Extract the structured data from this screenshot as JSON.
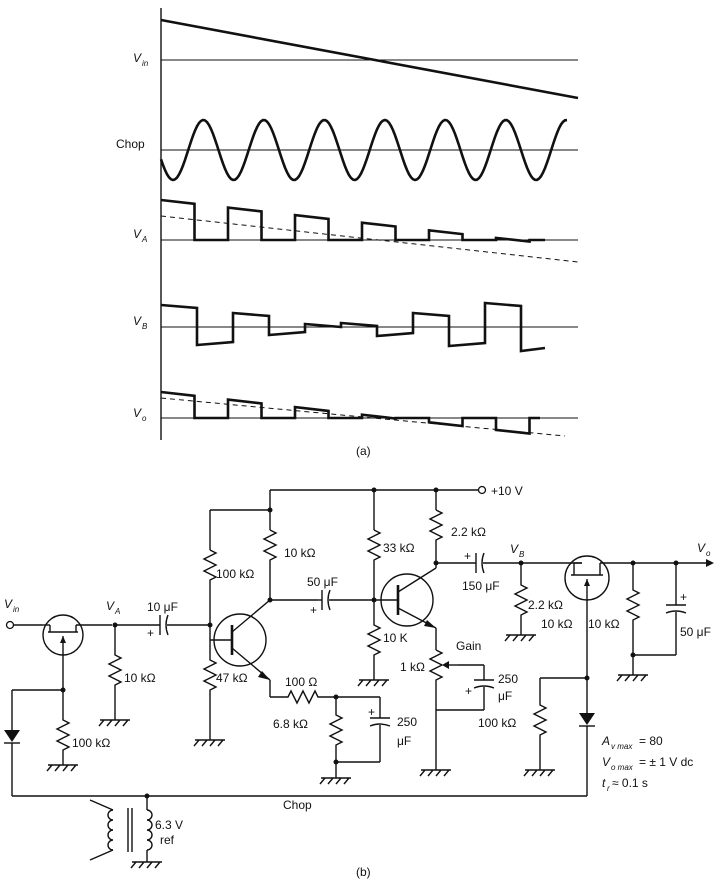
{
  "waveforms": {
    "labels": {
      "vin": "V",
      "vin_sub": "in",
      "chop": "Chop",
      "va": "V",
      "va_sub": "A",
      "vb": "V",
      "vb_sub": "B",
      "vo": "V",
      "vo_sub": "o"
    },
    "caption": "(a)"
  },
  "circuit": {
    "caption": "(b)",
    "supply": "+10 V",
    "nodes": {
      "vin": "V",
      "vin_sub": "in",
      "va": "V",
      "va_sub": "A",
      "vb": "V",
      "vb_sub": "B",
      "vo": "V",
      "vo_sub": "o",
      "chop": "Chop"
    },
    "components": {
      "r_in_shunt": "10 kΩ",
      "r_gate1": "100 kΩ",
      "c_in": "10 μF",
      "r_bias_top": "100 kΩ",
      "r_bias_bot": "47 kΩ",
      "r_collector1": "10 kΩ",
      "r_emitter1": "100 Ω",
      "r_emitter1b": "6.8 kΩ",
      "c_emitter1": "250",
      "c_emitter1_unit": "μF",
      "c_couple": "50 μF",
      "r_bias2_top": "33 kΩ",
      "r_bias2_bot": "10 K",
      "r_collector2": "2.2 kΩ",
      "gain_label": "Gain",
      "r_gain_pot": "1 kΩ",
      "c_emitter2": "250",
      "c_emitter2_unit": "μF",
      "r_emitter2": "100 kΩ",
      "c_out": "150 μF",
      "r_vb_shunt": "2.2 kΩ",
      "r_gate2": "10 kΩ",
      "r_out": "10 kΩ",
      "c_filter": "50 μF",
      "transformer_v": "6.3 V",
      "transformer_ref": "ref"
    },
    "specs": {
      "av_prefix": "A",
      "av_sub": "v max",
      "av_value": " = 80",
      "vo_prefix": "V",
      "vo_sub": "o max",
      "vo_value": " = ± 1 V dc",
      "tr_prefix": "t",
      "tr_sub": "r",
      "tr_value": " ≈ 0.1 s"
    }
  }
}
